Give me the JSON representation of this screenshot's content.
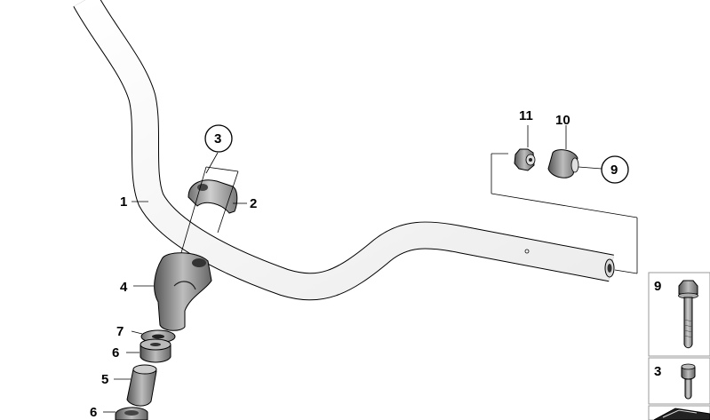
{
  "callouts": {
    "bar_1": "1",
    "clamp_2": "2",
    "bolt_circle_3": "3",
    "riser_4": "4",
    "sleeve_5": "5",
    "bushing_6_upper": "6",
    "bushing_6_lower": "6",
    "washer_7": "7",
    "screw_circle_9": "9",
    "weight_10": "10",
    "insert_11": "11"
  },
  "side_panel": {
    "box_9_label": "9",
    "box_3_label": "3"
  }
}
